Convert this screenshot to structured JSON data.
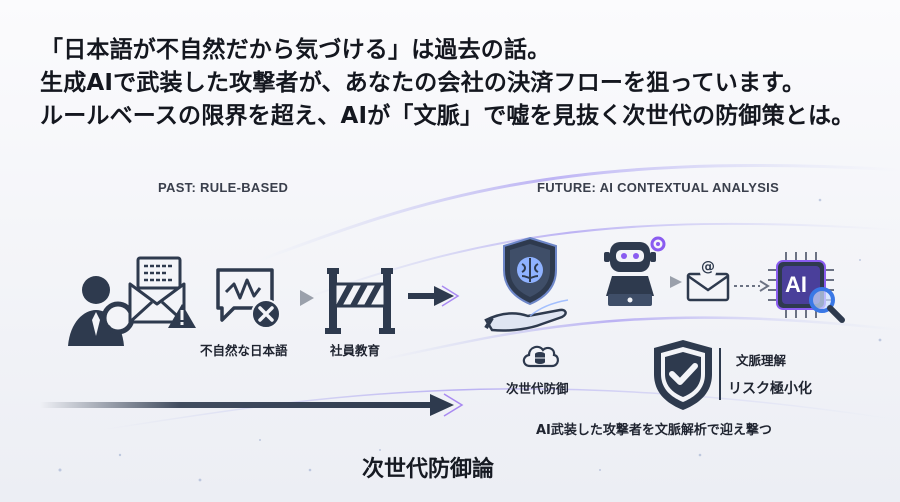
{
  "headline": {
    "line1": "「日本語が不自然だから気づける」は過去の話。",
    "line2": "生成AIで武装した攻撃者が、あなたの会社の決済フローを狙っています。",
    "line3": "ルールベースの限界を超え、AIが「文脈」で嘘を見抜く次世代の防御策とは。"
  },
  "past": {
    "label": "PAST: RULE-BASED",
    "caption_unnatural": "不自然な日本語",
    "caption_training": "社員教育"
  },
  "future": {
    "label": "FUTURE: AI CONTEXTUAL ANALYSIS",
    "caption_next_defense": "次世代防御",
    "caption_context": "文脈理解",
    "caption_risk": "リスク極小化",
    "caption_counter": "AI武装した攻撃者を文脈解析で迎え撃つ",
    "chip_text": "AI",
    "email_symbol": "@"
  },
  "footer": {
    "title": "次世代防御論"
  },
  "colors": {
    "navy": "#2e3a4e",
    "accent_blue": "#3a78e6",
    "accent_purple": "#8a5cf0",
    "bg": "#f3f4f8"
  },
  "icons": [
    "user-magnifier-icon",
    "warning-envelope-icon",
    "broken-text-icon",
    "barrier-icon",
    "shield-brain-icon",
    "robot-hand-icon",
    "cloud-database-icon",
    "robot-laptop-icon",
    "envelope-icon",
    "ai-chip-icon",
    "magnifier-icon",
    "shield-check-icon",
    "arrow-icon"
  ]
}
